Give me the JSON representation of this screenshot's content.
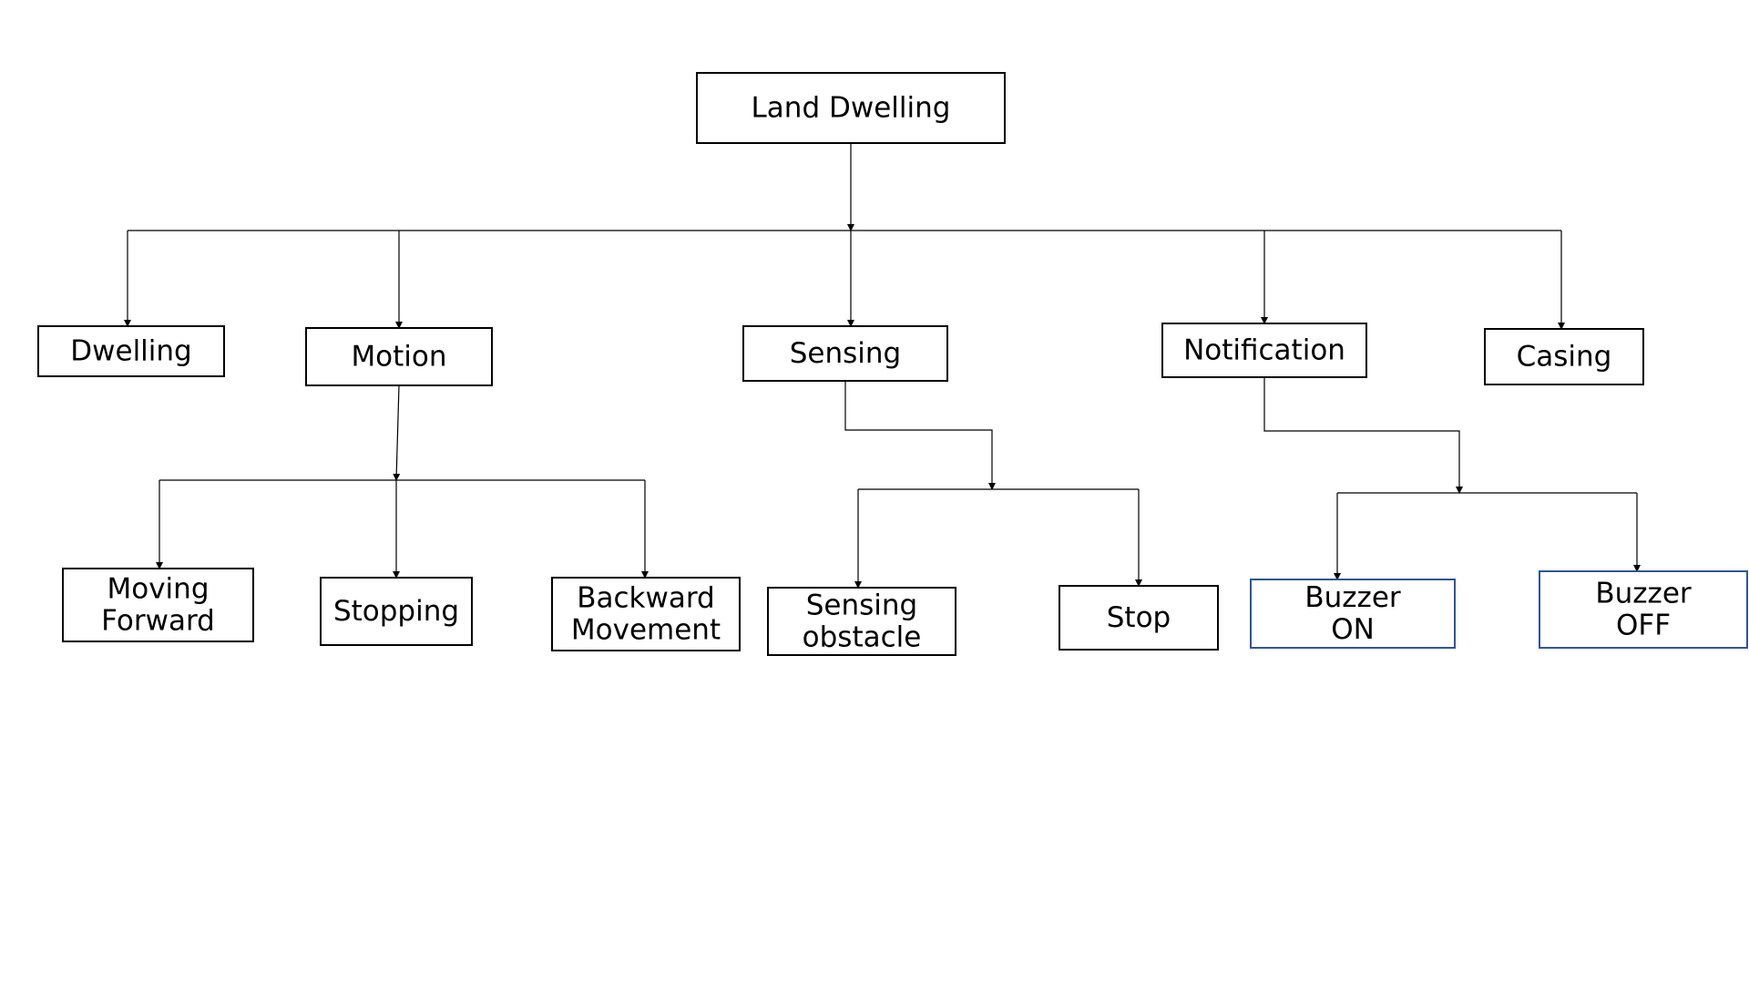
{
  "diagram": {
    "nodes": [
      {
        "id": "land-dwelling",
        "lines": [
          "Land Dwelling"
        ]
      },
      {
        "id": "dwelling",
        "lines": [
          "Dwelling"
        ]
      },
      {
        "id": "motion",
        "lines": [
          "Motion"
        ]
      },
      {
        "id": "sensing",
        "lines": [
          "Sensing"
        ]
      },
      {
        "id": "notification",
        "lines": [
          "Notification"
        ]
      },
      {
        "id": "casing",
        "lines": [
          "Casing"
        ]
      },
      {
        "id": "moving-forward",
        "lines": [
          "Moving",
          "Forward"
        ]
      },
      {
        "id": "stopping",
        "lines": [
          "Stopping"
        ]
      },
      {
        "id": "backward-movement",
        "lines": [
          "Backward",
          "Movement"
        ]
      },
      {
        "id": "sensing-obstacle",
        "lines": [
          "Sensing",
          "obstacle"
        ]
      },
      {
        "id": "stop",
        "lines": [
          "Stop"
        ]
      },
      {
        "id": "buzzer-on",
        "lines": [
          "Buzzer",
          "ON"
        ],
        "border_color": "#2f5597"
      },
      {
        "id": "buzzer-off",
        "lines": [
          "Buzzer",
          "OFF"
        ],
        "border_color": "#2f5597"
      }
    ],
    "edges": [
      {
        "from": "land-dwelling",
        "to": "dwelling"
      },
      {
        "from": "land-dwelling",
        "to": "motion"
      },
      {
        "from": "land-dwelling",
        "to": "sensing"
      },
      {
        "from": "land-dwelling",
        "to": "notification"
      },
      {
        "from": "land-dwelling",
        "to": "casing"
      },
      {
        "from": "motion",
        "to": "moving-forward"
      },
      {
        "from": "motion",
        "to": "stopping"
      },
      {
        "from": "motion",
        "to": "backward-movement"
      },
      {
        "from": "sensing",
        "to": "sensing-obstacle"
      },
      {
        "from": "sensing",
        "to": "stop"
      },
      {
        "from": "notification",
        "to": "buzzer-on"
      },
      {
        "from": "notification",
        "to": "buzzer-off"
      }
    ]
  }
}
